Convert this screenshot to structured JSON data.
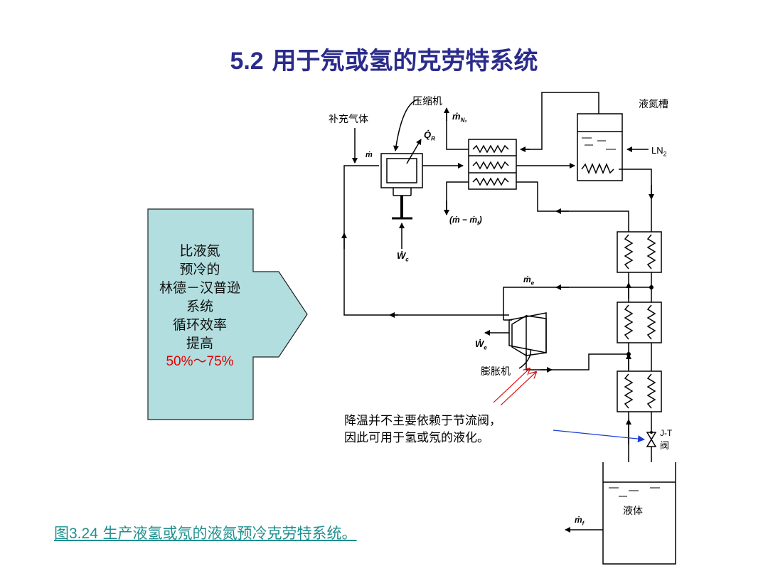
{
  "title": {
    "number": "5.2",
    "text": "用于氖或氢的克劳特系统"
  },
  "callout": {
    "lines": [
      "比液氮",
      "预冷的",
      "林德－汉普逊",
      "系统",
      "循环效率",
      "提高"
    ],
    "highlight": "50%～75%",
    "fill_color": "#b2dedf",
    "highlight_color": "#e00000"
  },
  "diagram_labels": {
    "compressor": "压缩机",
    "makeup_gas": "补充气体",
    "ln2_tank": "液氮槽",
    "ln2": "LN",
    "ln2_sub": "2",
    "m_n2": "ṁ",
    "m_n2_sub": "N₂",
    "q_r": "Q̇",
    "q_r_sub": "R",
    "m_dot": "ṁ",
    "w_c": "Ẇ",
    "w_c_sub": "c",
    "m_minus_mf": "(ṁ − ṁ",
    "m_minus_mf_sub": "f",
    "m_minus_mf_end": ")",
    "m_e": "ṁ",
    "m_e_sub": "e",
    "w_e": "Ẇ",
    "w_e_sub": "e",
    "expander": "膨胀机",
    "jt_valve_1": "J-T",
    "jt_valve_2": "阀",
    "liquid": "液体",
    "m_f": "ṁ",
    "m_f_sub": "f"
  },
  "note": {
    "line1": "降温并不主要依赖于节流阀，",
    "line2": "因此可用于氢或氖的液化。"
  },
  "caption": {
    "number": "图3.24",
    "text": " 生产液氢或氖的液氮预冷克劳特系统。"
  },
  "colors": {
    "title": "#2b2b8c",
    "caption": "#1f8f8f",
    "red_arrow": "#e00000",
    "blue_arrow": "#1a3ad8"
  }
}
